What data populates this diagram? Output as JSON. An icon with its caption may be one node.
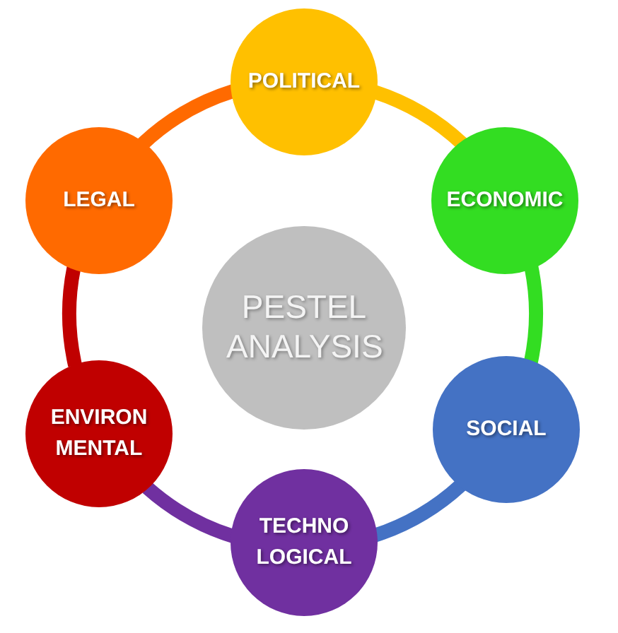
{
  "diagram": {
    "nodes": [
      {
        "text": [
          "POLITICAL"
        ]
      },
      {
        "text": [
          "LEGAL"
        ]
      },
      {
        "text": [
          "ECONOMIC"
        ]
      },
      {
        "text": [
          "PESTEL ANALYSIS"
        ]
      },
      {
        "text": [
          "ENVIRON MENTAL"
        ]
      },
      {
        "text": [
          "SOCIAL"
        ]
      },
      {
        "text": [
          "TECHNO LOGICAL"
        ]
      }
    ],
    "edges": [
      {
        "from": 0,
        "to": 2,
        "arrow": "none",
        "color": "#ffc000"
      },
      {
        "from": 2,
        "to": 5,
        "arrow": "none",
        "color": "#33dd22"
      },
      {
        "from": 5,
        "to": 6,
        "arrow": "none",
        "color": "#4472c4"
      },
      {
        "from": 6,
        "to": 4,
        "arrow": "none",
        "color": "#7030a0"
      },
      {
        "from": 4,
        "to": 1,
        "arrow": "none",
        "color": "#c00000"
      },
      {
        "from": 1,
        "to": 0,
        "arrow": "none",
        "color": "#ff6a00"
      }
    ]
  }
}
